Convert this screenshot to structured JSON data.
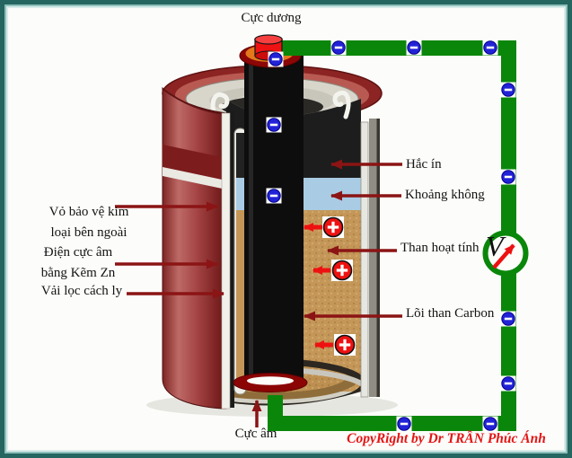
{
  "diagram": {
    "top_terminal_label": "Cực dương",
    "bottom_terminal_label": "Cực âm",
    "right_labels": {
      "tar": "Hắc ín",
      "air_gap": "Khoảng không",
      "activated_carbon": "Than hoạt tính",
      "carbon_core": "Lõi than Carbon"
    },
    "left_labels": {
      "outer_case_line1": "Vỏ bảo vệ kim",
      "outer_case_line2": "loại bên ngoài",
      "zinc_electrode_line1": "Điện cực âm",
      "zinc_electrode_line2": "bằng Kẽm Zn",
      "separator_cloth": "Vải lọc cách ly"
    },
    "voltmeter_label": "V",
    "copyright": "CopyRight by Dr TRẦN Phúc Ánh",
    "particles": {
      "electrons_shown": 12,
      "positive_ions_shown": 3
    },
    "colors": {
      "wire_green": "#0a870a",
      "electron_blue": "#2222d6",
      "positive_ion_red": "#ee1111",
      "pointer_arrow_red": "#8b1414",
      "casing_red": "#a84848",
      "cap_red": "#ee1212",
      "cap_ring_orange": "#e4791b",
      "terminal_maroon": "#8b0505",
      "tar_black": "#1d1d1d",
      "air_gap_blue": "#a9cbe4",
      "carbon_fill_tan": "#c49758",
      "frame_teal": "#2a6965",
      "copyright_red": "#e41414"
    }
  }
}
